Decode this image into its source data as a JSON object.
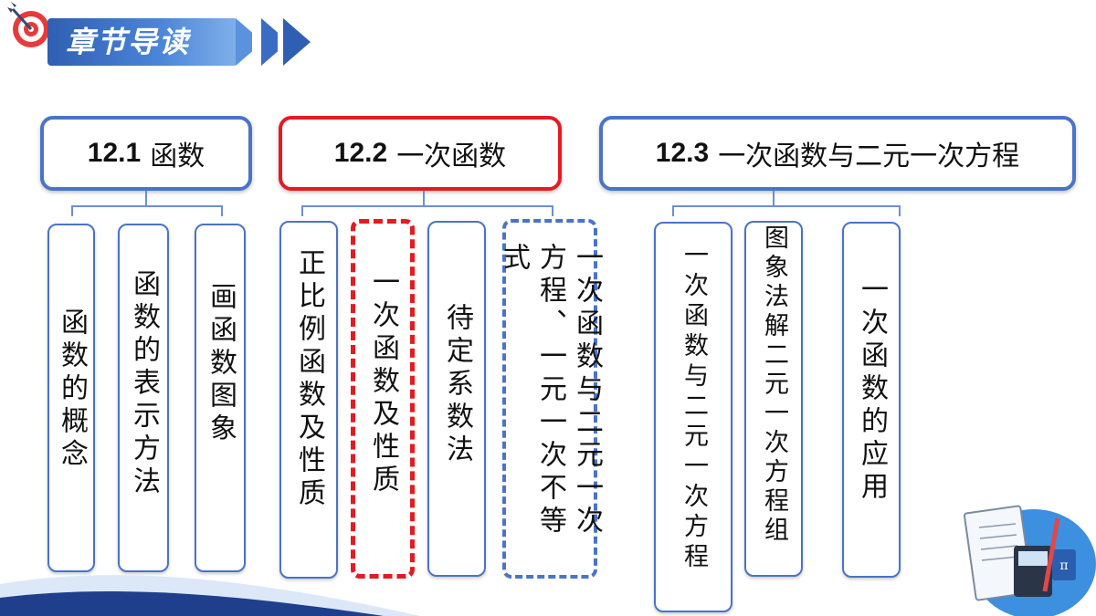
{
  "header": {
    "title": "章节导读",
    "accent": "#3a6cc4"
  },
  "sections": [
    {
      "num": "12.1",
      "label": "函数",
      "highlight": false,
      "topics": [
        "函数的概念",
        "函数的表示方法",
        "画函数图象"
      ]
    },
    {
      "num": "12.2",
      "label": "一次函数",
      "highlight": true,
      "topics": [
        "正比例函数及性质",
        "一次函数及性质",
        "待定系数法",
        "一次函数与二元一次方程、一元一次不等式"
      ]
    },
    {
      "num": "12.3",
      "label": "一次函数与二元一次方程",
      "highlight": false,
      "topics": [
        "一次函数与二元一次方程",
        "图象法解二元一次方程组",
        "一次函数的应用"
      ]
    }
  ],
  "colors": {
    "border": "#4a73c9",
    "highlight": "#e31b23"
  },
  "decorations": [
    "target-icon",
    "math-illustration",
    "wave-decoration"
  ]
}
